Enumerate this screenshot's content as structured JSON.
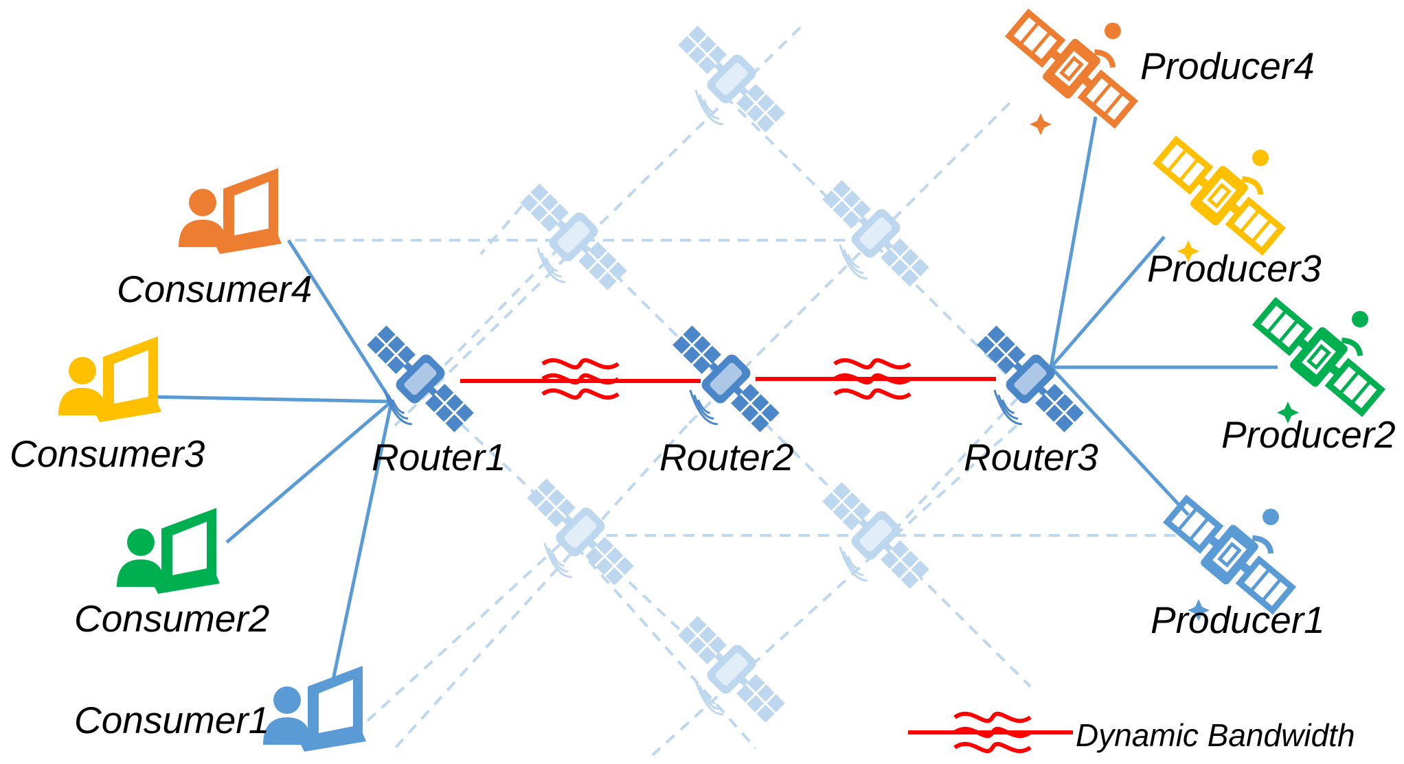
{
  "consumers": [
    {
      "label": "Consumer4",
      "color": "#ED7D31"
    },
    {
      "label": "Consumer3",
      "color": "#FFC000"
    },
    {
      "label": "Consumer2",
      "color": "#00B050"
    },
    {
      "label": "Consumer1",
      "color": "#5B9BD5"
    }
  ],
  "routers": [
    {
      "label": "Router1"
    },
    {
      "label": "Router2"
    },
    {
      "label": "Router3"
    }
  ],
  "producers": [
    {
      "label": "Producer4",
      "color": "#ED7D31"
    },
    {
      "label": "Producer3",
      "color": "#FFC000"
    },
    {
      "label": "Producer2",
      "color": "#00B050"
    },
    {
      "label": "Producer1",
      "color": "#5B9BD5"
    }
  ],
  "legend": {
    "label": "Dynamic Bandwidth",
    "color": "#FF0000"
  },
  "colors": {
    "link": "#5B9BD5",
    "faint_link": "#BDD7EE",
    "satellite": "#4A86C8",
    "faint_satellite": "#BDD7EE"
  }
}
